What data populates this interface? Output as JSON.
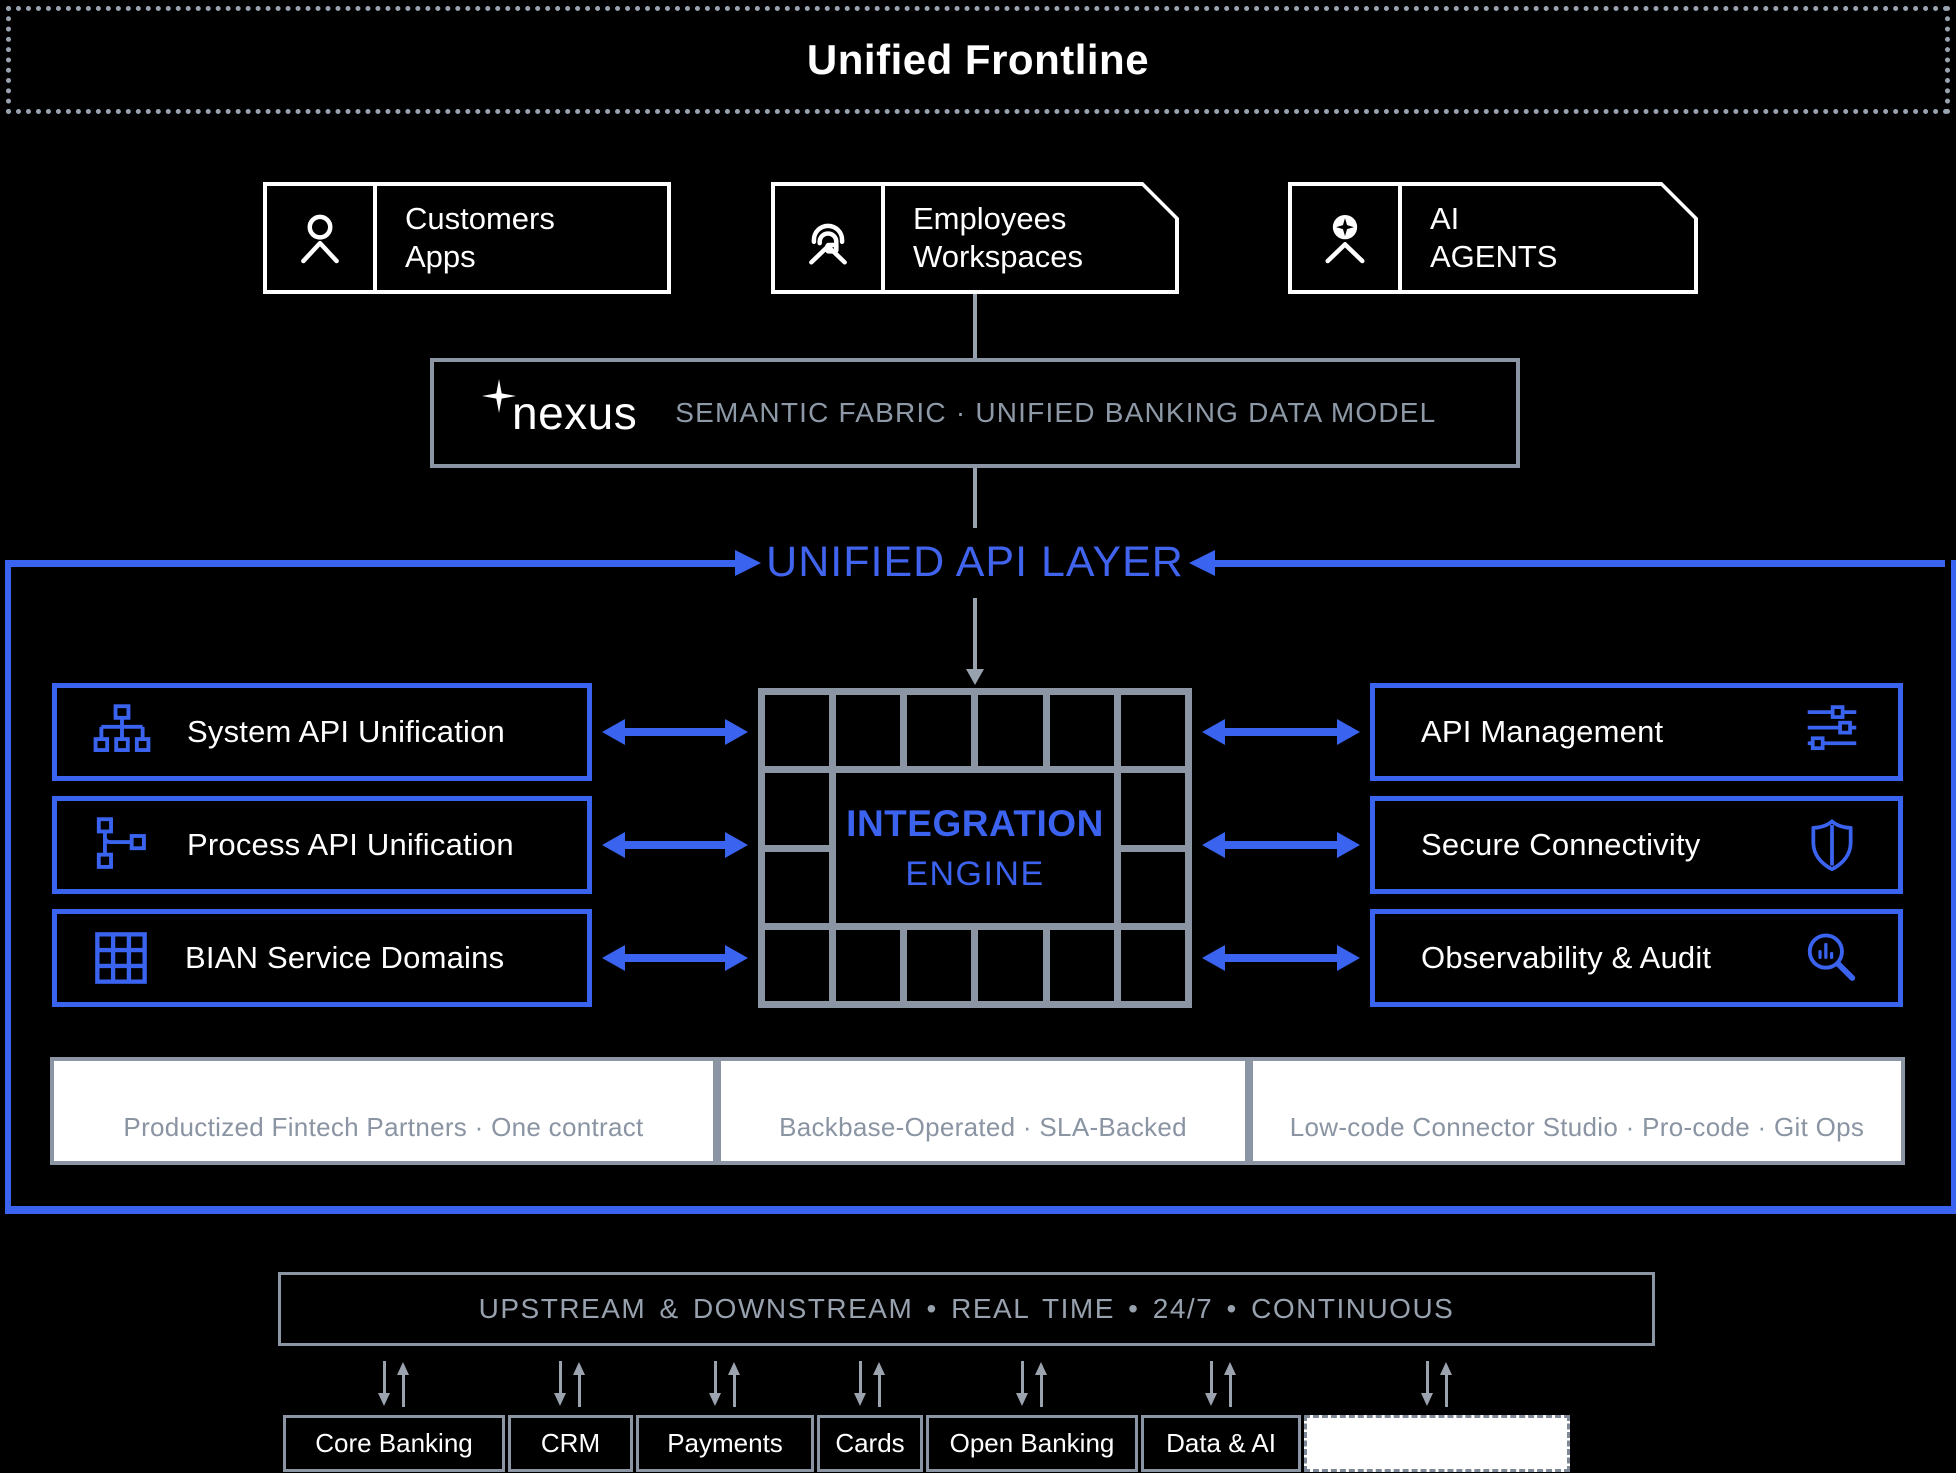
{
  "colors": {
    "background": "#000000",
    "accent_blue": "#3A63F0",
    "slate_gray": "#8B95A3",
    "muted_text": "#8E99A7",
    "white": "#FFFFFF"
  },
  "header": {
    "title": "Unified Frontline"
  },
  "frontline": {
    "boxes": [
      {
        "line1": "Customers",
        "line2": "Apps",
        "icon": "person-icon"
      },
      {
        "line1": "Employees",
        "line2": "Workspaces",
        "icon": "headset-person-icon"
      },
      {
        "line1": "AI",
        "line2": "AGENTS",
        "icon": "ai-sparkle-person-icon"
      }
    ]
  },
  "nexus": {
    "logo_text": "nexus",
    "logo_icon": "sparkle-icon",
    "caption": "SEMANTIC FABRIC  ·  UNIFIED BANKING DATA MODEL"
  },
  "api_layer": {
    "title": "UNIFIED API LAYER"
  },
  "capabilities": {
    "left": [
      {
        "label": "System API Unification",
        "icon": "hierarchy-icon"
      },
      {
        "label": "Process API Unification",
        "icon": "branch-icon"
      },
      {
        "label": "BIAN Service Domains",
        "icon": "grid-icon"
      }
    ],
    "right": [
      {
        "label": "API Management",
        "icon": "sliders-icon"
      },
      {
        "label": "Secure Connectivity",
        "icon": "shield-icon"
      },
      {
        "label": "Observability & Audit",
        "icon": "magnifier-chart-icon"
      }
    ]
  },
  "engine": {
    "line1": "INTEGRATION",
    "line2": "ENGINE"
  },
  "value_strips": {
    "items": [
      "Productized Fintech Partners  ·  One contract",
      "Backbase-Operated  ·  SLA-Backed",
      "Low-code Connector Studio · Pro-code · Git Ops"
    ]
  },
  "stream_bar": {
    "label": "UPSTREAM & DOWNSTREAM  •  REAL TIME  •  24/7  •  CONTINUOUS"
  },
  "systems": {
    "items": [
      {
        "label": "Core Banking"
      },
      {
        "label": "CRM"
      },
      {
        "label": "Payments"
      },
      {
        "label": "Cards"
      },
      {
        "label": "Open Banking"
      },
      {
        "label": "Data & AI"
      },
      {
        "label": ""
      }
    ]
  }
}
